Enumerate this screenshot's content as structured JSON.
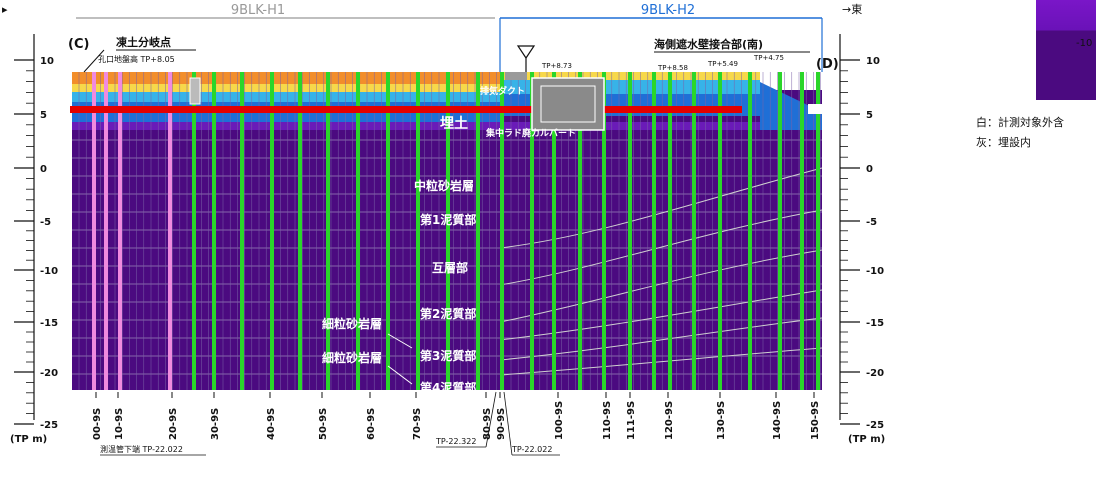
{
  "section": {
    "top_left_marker": "(C)",
    "top_right_marker": "(D)",
    "left_edge_char": "▸",
    "direction_east": "→東",
    "blk_h1": "9BLK-H1",
    "blk_h2": "9BLK-H2"
  },
  "axes": {
    "yticks": [
      "10",
      "5",
      "0",
      "-5",
      "-10",
      "-15",
      "-20",
      "-25"
    ],
    "unit_label": "(TP m)"
  },
  "stations": [
    "00-9S",
    "10-9S",
    "20-9S",
    "30-9S",
    "40-9S",
    "50-9S",
    "60-9S",
    "70-9S",
    "80-9S",
    "90-9S",
    "100-9S",
    "110-9S",
    "111-9S",
    "120-9S",
    "130-9S",
    "140-9S",
    "150-9S"
  ],
  "annotations": {
    "branch_point": "凍土分岐点",
    "hole_ground": "孔口地盤高 TP+8.05",
    "junction": "海側遮水壁接合部(南)",
    "tp_873": "TP+8.73",
    "tp_858": "TP+8.58",
    "tp_549": "TP+5.49",
    "tp_475": "TP+4.75",
    "duct": "排気ダクト",
    "culvert": "集中ラド廃カルバート",
    "fill": "埋土",
    "medium_sand": "中粒砂岩層",
    "mud1": "第1泥質部",
    "alt": "互層部",
    "fine_sand1": "細粒砂岩層",
    "mud2": "第2泥質部",
    "fine_sand2": "細粒砂岩層",
    "mud3": "第3泥質部",
    "mud4": "第4泥質部",
    "bottom_pipe": "測温管下端 TP-22.022",
    "tp_22322": "TP-22.322",
    "tp_22022": "TP-22.022"
  },
  "legend": {
    "white_note": "白：計測対象外含",
    "gray_note": "灰：埋設内",
    "tick_label": "-10"
  },
  "colors": {
    "deep": "#4b0a80",
    "purple": "#6a1bb8",
    "blue": "#1f6fd6",
    "lightblue": "#37b3e8",
    "yellow": "#f7d84a",
    "orange": "#f28e2b",
    "green": "#2ad62a",
    "pink": "#f08adf",
    "red": "#e30000"
  }
}
